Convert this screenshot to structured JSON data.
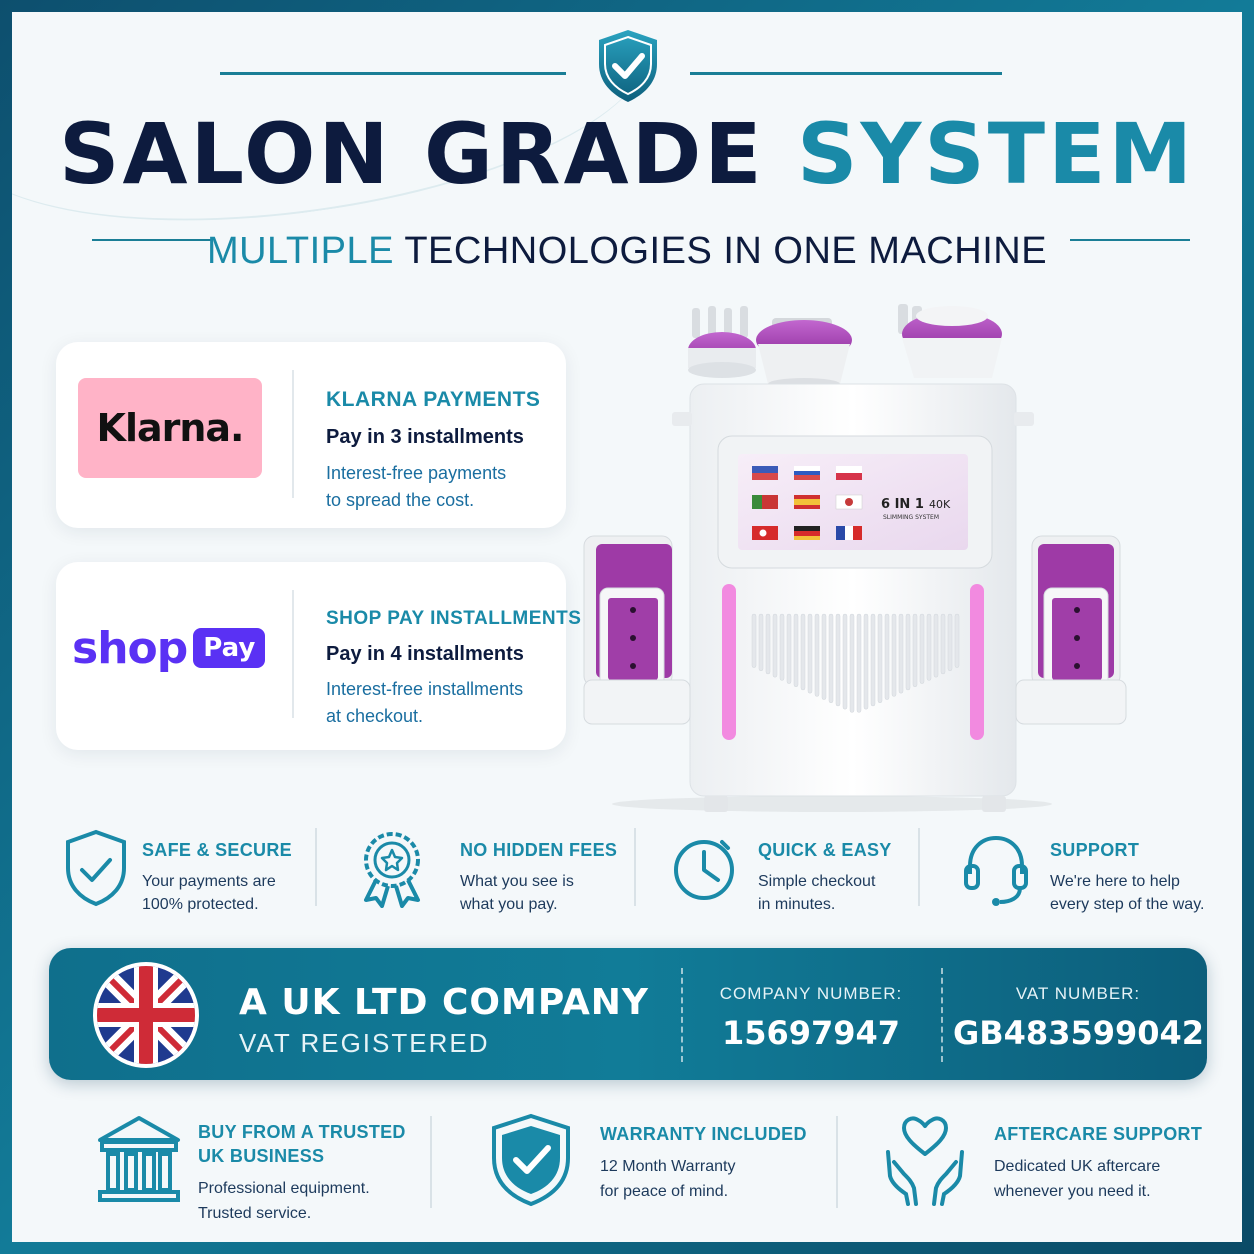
{
  "colors": {
    "accent": "#1a8aa8",
    "navy": "#0d1b3e",
    "banner": "#117c98",
    "klarna_pink": "#ffb3c7",
    "shop_purple": "#5a31f4",
    "machine_purple": "#a63fb0"
  },
  "header": {
    "title_part1": "SALON GRADE",
    "title_part2": "SYSTEM",
    "subtitle_part1": "MULTIPLE",
    "subtitle_part2": "TECHNOLOGIES IN ONE MACHINE",
    "shield_icon": "shield-check-icon"
  },
  "payments": [
    {
      "logo_text": "Klarna.",
      "title": "KLARNA PAYMENTS",
      "subtitle": "Pay in 3 installments",
      "desc_line1": "Interest-free payments",
      "desc_line2": "to spread the cost."
    },
    {
      "logo_word": "shop",
      "logo_badge": "Pay",
      "title": "SHOP PAY INSTALLMENTS",
      "subtitle": "Pay in 4 installments",
      "desc_line1": "Interest-free installments",
      "desc_line2": "at checkout."
    }
  ],
  "machine": {
    "screen_title_bold": "6 IN 1",
    "screen_title_light": "40K",
    "screen_subtitle": "SLIMMING SYSTEM"
  },
  "features": [
    {
      "icon": "shield-check-icon",
      "title": "SAFE & SECURE",
      "line1": "Your payments are",
      "line2": "100% protected."
    },
    {
      "icon": "award-ribbon-icon",
      "title": "NO HIDDEN FEES",
      "line1": "What you see is",
      "line2": "what you pay."
    },
    {
      "icon": "clock-icon",
      "title": "QUICK & EASY",
      "line1": "Simple checkout",
      "line2": "in minutes."
    },
    {
      "icon": "headset-icon",
      "title": "SUPPORT",
      "line1": "We're here to help",
      "line2": "every step of the way."
    }
  ],
  "company": {
    "flag_icon": "uk-flag-icon",
    "title": "A UK LTD COMPANY",
    "subtitle": "VAT REGISTERED",
    "company_number_label": "COMPANY NUMBER:",
    "company_number": "15697947",
    "vat_label": "VAT NUMBER:",
    "vat_number": "GB483599042"
  },
  "bottom": [
    {
      "icon": "bank-building-icon",
      "title_line1": "BUY FROM A TRUSTED",
      "title_line2": "UK BUSINESS",
      "line1": "Professional equipment.",
      "line2": "Trusted service."
    },
    {
      "icon": "shield-check-icon",
      "title_line1": "WARRANTY INCLUDED",
      "line1": "12 Month Warranty",
      "line2": "for peace of mind."
    },
    {
      "icon": "hands-heart-icon",
      "title_line1": "AFTERCARE SUPPORT",
      "line1": "Dedicated UK aftercare",
      "line2": "whenever you need it."
    }
  ]
}
